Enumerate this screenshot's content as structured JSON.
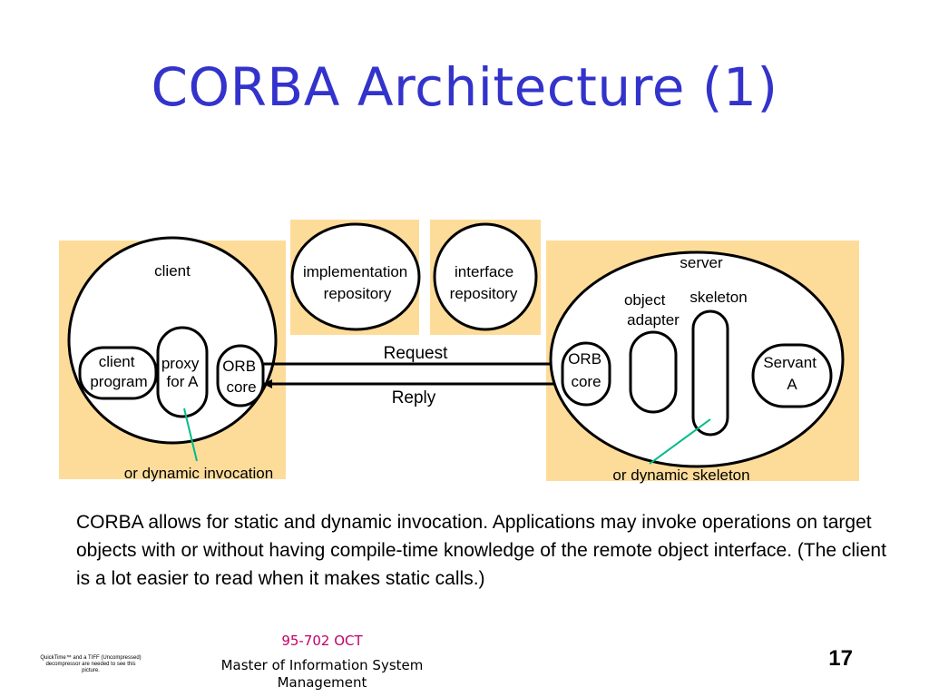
{
  "slide": {
    "title": "CORBA Architecture (1)",
    "body": "CORBA allows for static and dynamic invocation. Applications may invoke operations on target objects with or without having compile-time knowledge of the remote object interface. (The client is a lot easier to read when it makes static calls.)",
    "course": "95-702 OCT",
    "program": "Master of Information System Management",
    "page_number": "17",
    "quicktime_note": "QuickTime™ and a TIFF (Uncompressed) decompressor are needed to see this picture."
  },
  "diagram": {
    "client": {
      "label": "client",
      "client_program": [
        "client",
        "program"
      ],
      "proxy": [
        "proxy",
        "for A"
      ],
      "orb_core": [
        "ORB",
        "core"
      ],
      "annotation": "or dynamic invocation"
    },
    "repositories": {
      "implementation": [
        "implementation",
        "repository"
      ],
      "interface": [
        "interface",
        "repository"
      ]
    },
    "arrows": {
      "request": "Request",
      "reply": "Reply"
    },
    "server": {
      "label": "server",
      "orb_core": [
        "ORB",
        "core"
      ],
      "object_adapter": [
        "object",
        "adapter"
      ],
      "skeleton": "skeleton",
      "servant": [
        "Servant",
        "A"
      ],
      "annotation": "or dynamic skeleton"
    },
    "colors": {
      "panel": "#fddc9a",
      "title": "#3333cc",
      "pointer": "#00bb88",
      "course": "#c0006a"
    }
  }
}
